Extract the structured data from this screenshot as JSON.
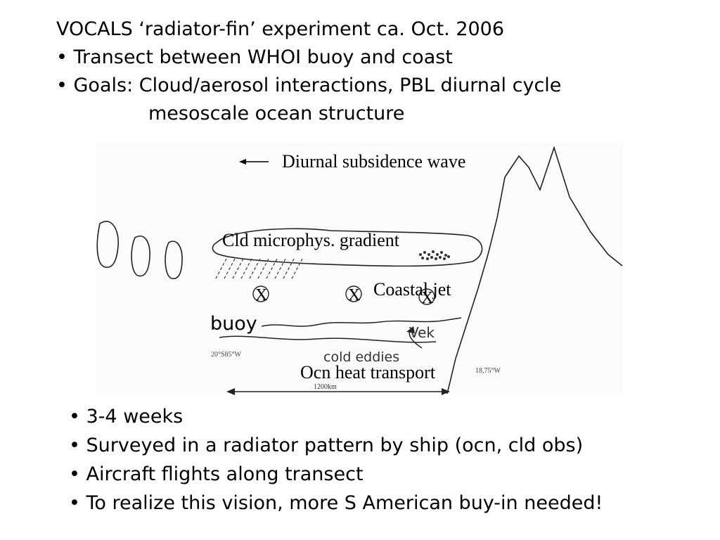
{
  "header": {
    "title": "VOCALS ‘radiator-fin’ experiment ca. Oct. 2006",
    "bullet1": "• Transect between WHOI buoy and coast",
    "bullet2": "• Goals: Cloud/aerosol interactions, PBL diurnal cycle",
    "bullet2_cont": "mesoscale ocean structure"
  },
  "diagram": {
    "subsidence_label": "Diurnal subsidence wave",
    "microphys_label": "Cld microphys. gradient",
    "coastal_jet_label": "Coastal jet",
    "buoy_label": "buoy",
    "vek_label": "Vek",
    "cold_eddies_label": "cold eddies",
    "heat_transport_label": "Ocn heat transport",
    "coord_left": "20°S85°W",
    "coord_right": "18,75°W",
    "distance_label": "1200km",
    "x_mark_1": "X",
    "x_mark_2": "X",
    "x_mark_3": "X"
  },
  "bullets": [
    "• 3-4 weeks",
    "• Surveyed in a radiator pattern by ship (ocn, cld obs)",
    "• Aircraft flights along transect",
    "• To realize this vision, more S American buy-in needed!"
  ]
}
